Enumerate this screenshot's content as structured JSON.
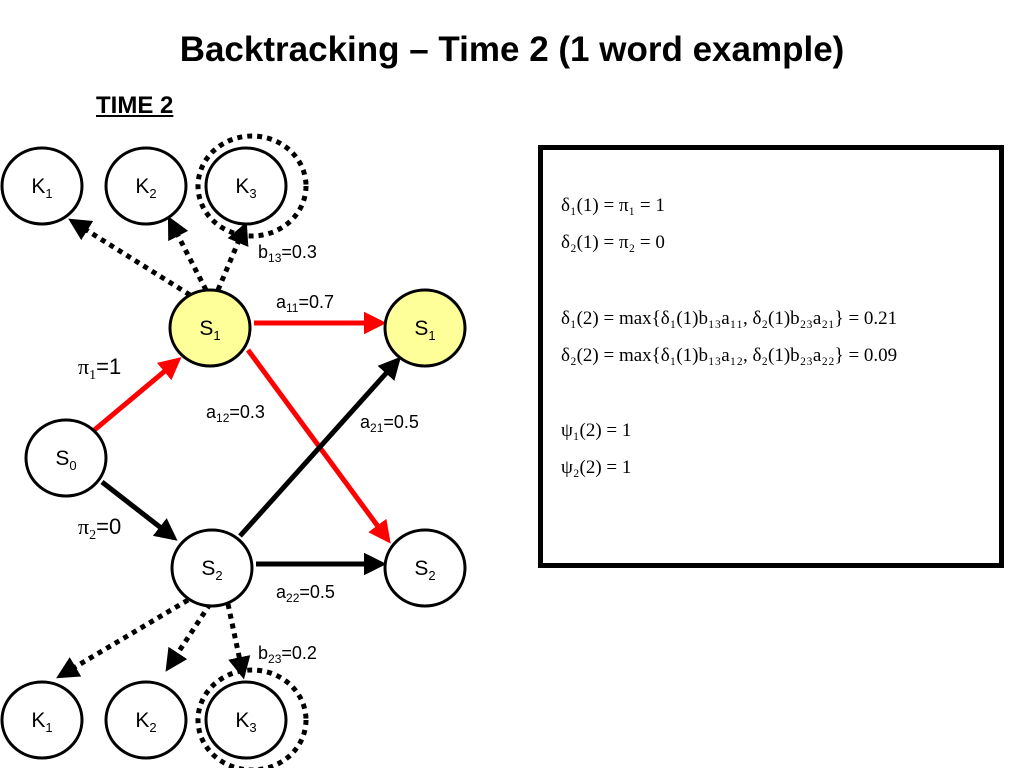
{
  "title": "Backtracking – Time 2 (1 word example)",
  "time_label": "TIME 2",
  "colors": {
    "highlight_node": "#ffff99",
    "red_edge": "#ff0000",
    "black_edge": "#000000"
  },
  "nodes": {
    "s0": {
      "base": "S",
      "sub": "0"
    },
    "s1_t1": {
      "base": "S",
      "sub": "1"
    },
    "s2_t1": {
      "base": "S",
      "sub": "2"
    },
    "s1_t2": {
      "base": "S",
      "sub": "1"
    },
    "s2_t2": {
      "base": "S",
      "sub": "2"
    },
    "k_top": [
      {
        "base": "K",
        "sub": "1"
      },
      {
        "base": "K",
        "sub": "2"
      },
      {
        "base": "K",
        "sub": "3"
      }
    ],
    "k_bottom": [
      {
        "base": "K",
        "sub": "1"
      },
      {
        "base": "K",
        "sub": "2"
      },
      {
        "base": "K",
        "sub": "3"
      }
    ]
  },
  "labels": {
    "pi1": {
      "sym": "π",
      "sub": "1",
      "val": "=1"
    },
    "pi2": {
      "sym": "π",
      "sub": "2",
      "val": "=0"
    },
    "a11": {
      "base": "a",
      "sub": "11",
      "val": "=0.7"
    },
    "a12": {
      "base": "a",
      "sub": "12",
      "val": "=0.3"
    },
    "a21": {
      "base": "a",
      "sub": "21",
      "val": "=0.5"
    },
    "a22": {
      "base": "a",
      "sub": "22",
      "val": "=0.5"
    },
    "b13": {
      "base": "b",
      "sub": "13",
      "val": "=0.3"
    },
    "b23": {
      "base": "b",
      "sub": "23",
      "val": "=0.2"
    }
  },
  "equations": [
    "δ₁(1) = π₁ = 1",
    "δ₂(1) = π₂ = 0",
    "δ₁(2) = max{δ₁(1)b₁₃a₁₁, δ₂(1)b₂₃a₂₁} = 0.21",
    "δ₂(2) = max{δ₁(1)b₁₃a₁₂, δ₂(1)b₂₃a₂₂} = 0.09",
    "ψ₁(2) = 1",
    "ψ₂(2) = 1"
  ]
}
